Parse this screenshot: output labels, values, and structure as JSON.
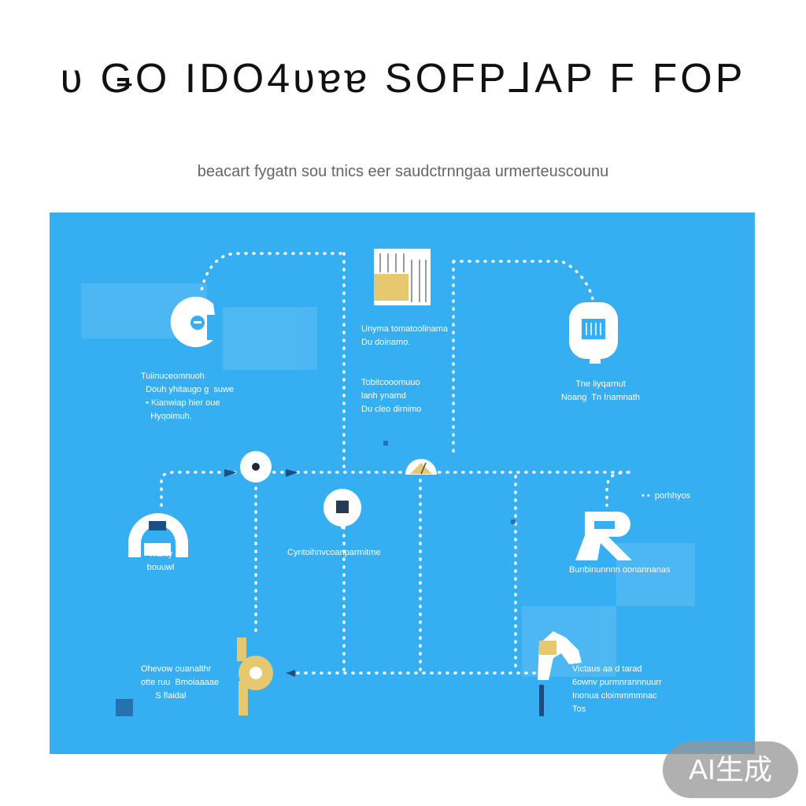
{
  "header": {
    "title": "ʋ ǤO IDO4ʋɐɐ  SOFP⅃AP F FOP",
    "subtitle": "beacart fygatn sou tnics eer saudctrnngaa urmerteuscounu"
  },
  "diagram": {
    "labels": {
      "top_mid_1": "Unyma tomatoolinama\nDu doinamo.",
      "top_mid_2": "Tobitcooomuuo\nlanh ynamd\nDu cleo dirnimo",
      "left_top": "Tuiinuceomnuoh\n  Douh yhitaugo g  suwe\n  • Kianwiap hier oue\n    Hyqoimuh.",
      "right_top": "Tne liyqarnut\nNoang  Tn Inamnath",
      "left_mid": "Waniy\nbouuwl",
      "center": "Cyntoihnvcoanparmitme",
      "right_note": "• •  porhhyos",
      "right_mid": "Bunbinunnnn ɑonannanas",
      "left_bottom": "Ohevow ouanalthr\notte ruu  Bmoiaaaae\n      S flaidal",
      "right_bottom": "Victaus aa d tarad\n6ownv purmnrannnuurr\nInonua cloimmmmnac\nTos"
    }
  },
  "colors": {
    "panel": "#35aef2",
    "icon": "#ffffff",
    "accent_gold": "#e6c870",
    "dot": "#ffffff"
  },
  "watermark": {
    "text": "AI生成"
  }
}
